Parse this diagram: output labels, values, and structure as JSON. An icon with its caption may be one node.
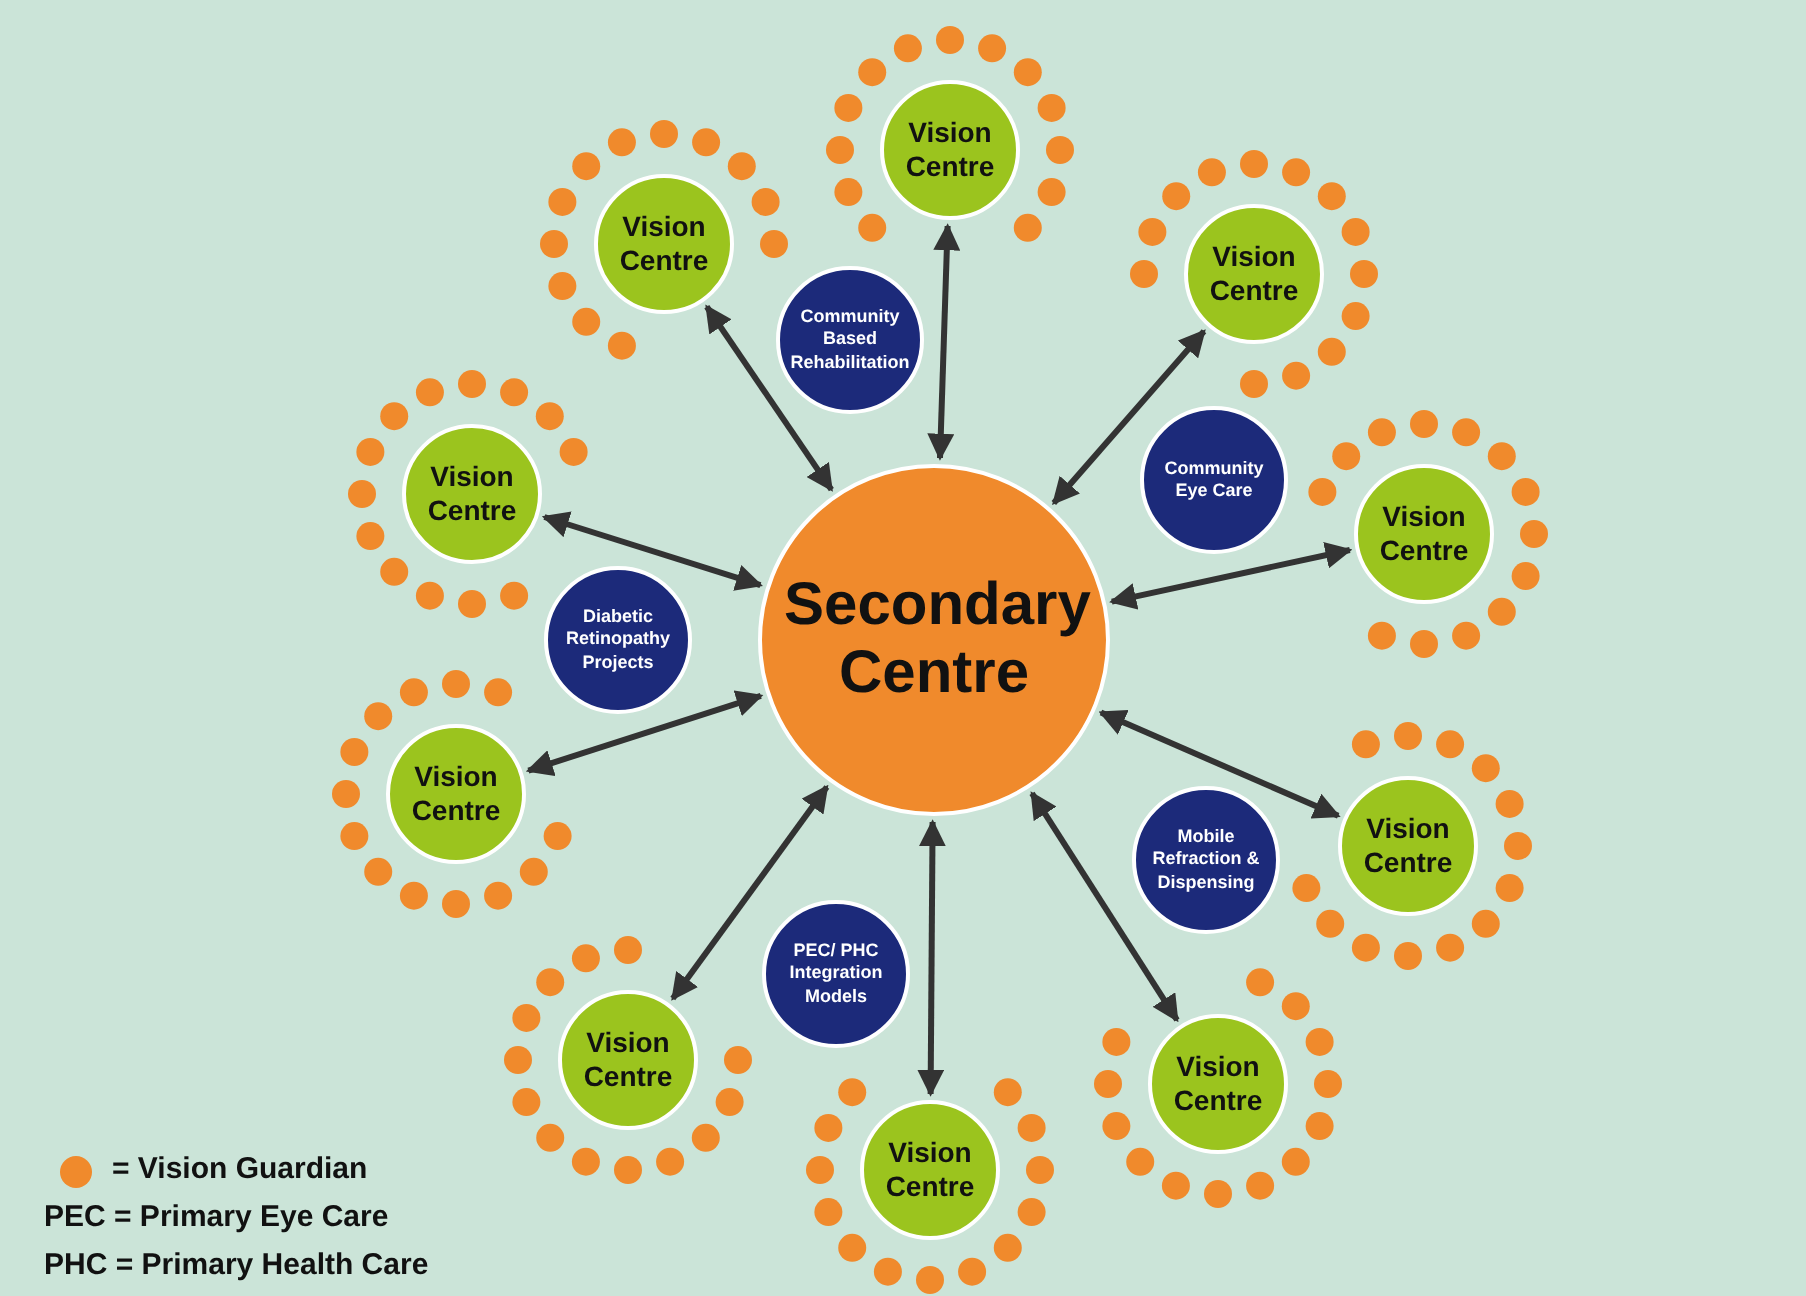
{
  "diagram": {
    "nodes": [
      {
        "text": [
          "Secondary Centre"
        ]
      },
      {
        "text": [
          "Vision Centre"
        ]
      },
      {
        "text": [
          "Vision Centre"
        ]
      },
      {
        "text": [
          "Vision Centre"
        ]
      },
      {
        "text": [
          "Community Based Rehabilitation"
        ]
      },
      {
        "text": [
          "Community Eye Care"
        ]
      },
      {
        "text": [
          "Vision Centre"
        ]
      },
      {
        "text": [
          "Vision Centre"
        ]
      },
      {
        "text": [
          "Diabetic Retinopathy Projects"
        ]
      },
      {
        "text": [
          "Vision Centre"
        ]
      },
      {
        "text": [
          "Vision Centre"
        ]
      },
      {
        "text": [
          "Mobile Refraction & Dispensing"
        ]
      },
      {
        "text": [
          "PEC/ PHC Integration Models"
        ]
      },
      {
        "text": [
          "Vision Centre"
        ]
      },
      {
        "text": [
          "Vision Centre"
        ]
      },
      {
        "text": [
          "Vision Centre"
        ]
      }
    ],
    "edges": [
      {
        "from": 0,
        "to": 1,
        "arrow": "both"
      },
      {
        "from": 0,
        "to": 2,
        "arrow": "both"
      },
      {
        "from": 0,
        "to": 3,
        "arrow": "both"
      },
      {
        "from": 0,
        "to": 6,
        "arrow": "both"
      },
      {
        "from": 0,
        "to": 7,
        "arrow": "both"
      },
      {
        "from": 0,
        "to": 9,
        "arrow": "both"
      },
      {
        "from": 0,
        "to": 10,
        "arrow": "both"
      },
      {
        "from": 0,
        "to": 13,
        "arrow": "both"
      },
      {
        "from": 0,
        "to": 14,
        "arrow": "both"
      },
      {
        "from": 0,
        "to": 15,
        "arrow": "both"
      }
    ],
    "labels": [
      "PEC = Primary Eye Care",
      "PHC = Primary Health Care"
    ],
    "legend": [
      {
        "text": "= Vision Guardian",
        "color": "#f08a2c"
      }
    ]
  }
}
